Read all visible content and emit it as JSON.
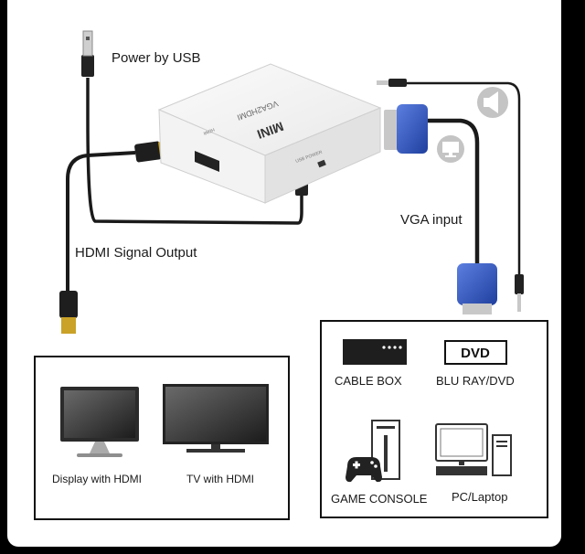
{
  "labels": {
    "power_by_usb": "Power by USB",
    "vga_input": "VGA input",
    "hdmi_signal_output": "HDMI Signal Output"
  },
  "adapter": {
    "top_model": "VGA2HDMI",
    "top_brand": "MINI",
    "side_hdmi": "HDMI",
    "side_usb": "USB POWER"
  },
  "outputs_box": {
    "items": [
      {
        "label": "Display with HDMI",
        "icon": "monitor-icon"
      },
      {
        "label": "TV with HDMI",
        "icon": "tv-icon"
      }
    ]
  },
  "sources_box": {
    "items": [
      {
        "label": "CABLE BOX",
        "icon": "cable-box-icon"
      },
      {
        "label": "BLU RAY/DVD",
        "icon": "dvd-player-icon",
        "badge": "DVD"
      },
      {
        "label": "GAME CONSOLE",
        "icon": "game-console-icon"
      },
      {
        "label": "PC/Laptop",
        "icon": "pc-icon"
      }
    ]
  }
}
